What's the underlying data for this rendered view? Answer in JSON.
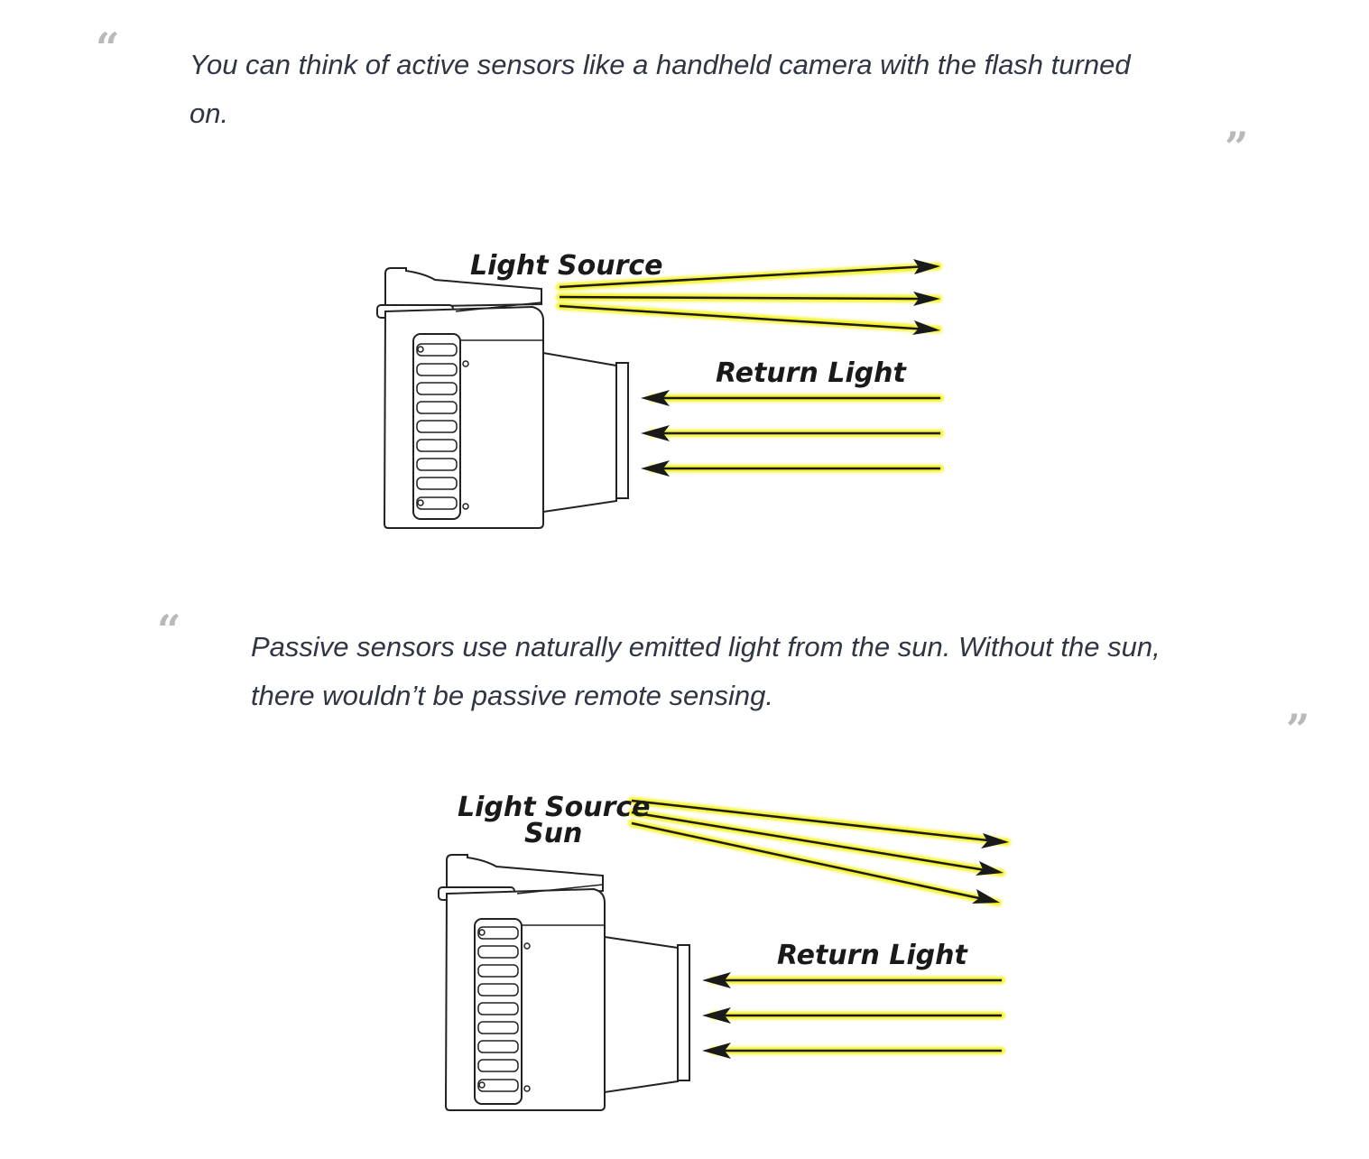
{
  "quotes": [
    {
      "open_icon": "quote-open-icon",
      "text": "You can think of active sensors like a handheld camera with the flash turned on.",
      "close_icon": "quote-close-icon"
    },
    {
      "open_icon": "quote-open-icon",
      "text": "Passive sensors use naturally emitted light from the sun. Without the sun, there wouldn’t be passive remote sensing.",
      "close_icon": "quote-close-icon"
    }
  ],
  "figures": {
    "active": {
      "light_source_label": "Light Source",
      "return_label": "Return Light"
    },
    "passive": {
      "light_source_label": "Light Source",
      "light_source_sub": "Sun",
      "return_label": "Return Light"
    }
  },
  "colors": {
    "quote_mark": "#b9b9b9",
    "text": "#2f3542",
    "glow": "#f3f000",
    "arrow": "#1a1a1a"
  }
}
